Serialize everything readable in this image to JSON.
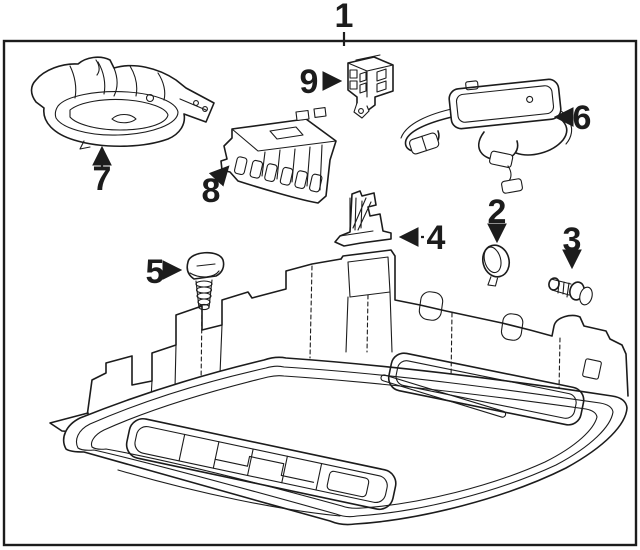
{
  "diagram": {
    "background": "#ffffff",
    "line_color": "#1c1c1c"
  },
  "callouts": [
    {
      "label": "1"
    },
    {
      "label": "2"
    },
    {
      "label": "3"
    },
    {
      "label": "4"
    },
    {
      "label": "5"
    },
    {
      "label": "6"
    },
    {
      "label": "7"
    },
    {
      "label": "8"
    },
    {
      "label": "9"
    }
  ]
}
